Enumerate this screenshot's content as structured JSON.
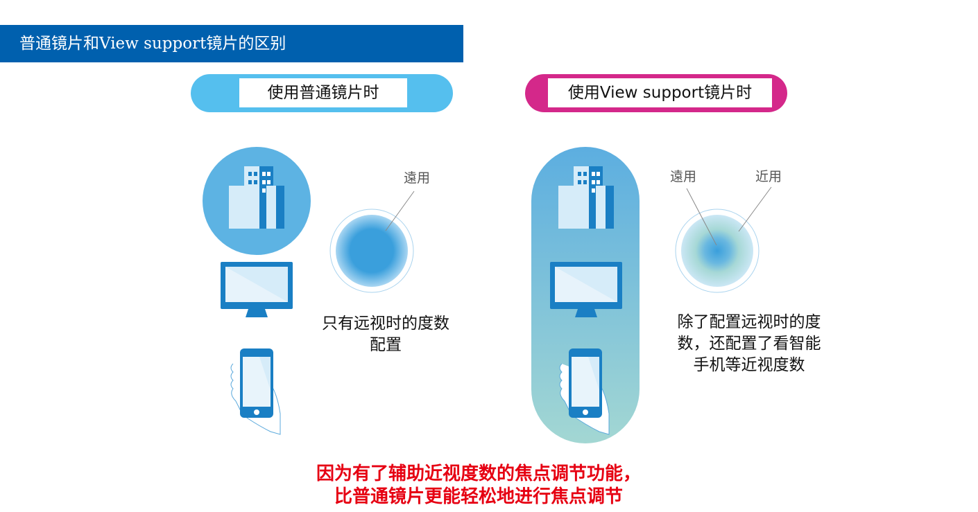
{
  "title": "普通镜片和View support镜片的区别",
  "left": {
    "heading": "使用普通镜片时",
    "lens_label_far": "遠用",
    "description_line1": "只有远视时的度数",
    "description_line2": "配置",
    "pill_color": "#55bfee"
  },
  "right": {
    "heading": "使用View support镜片时",
    "lens_label_far": "遠用",
    "lens_label_near": "近用",
    "description_line1": "除了配置远视时的度",
    "description_line2": "数，还配置了看智能",
    "description_line3": "手机等近视度数",
    "pill_color": "#d4288a"
  },
  "footer": {
    "line1": "因为有了辅助近视度数的焦点调节功能，",
    "line2": "比普通镜片更能轻松地进行焦点调节",
    "color": "#e60012"
  }
}
